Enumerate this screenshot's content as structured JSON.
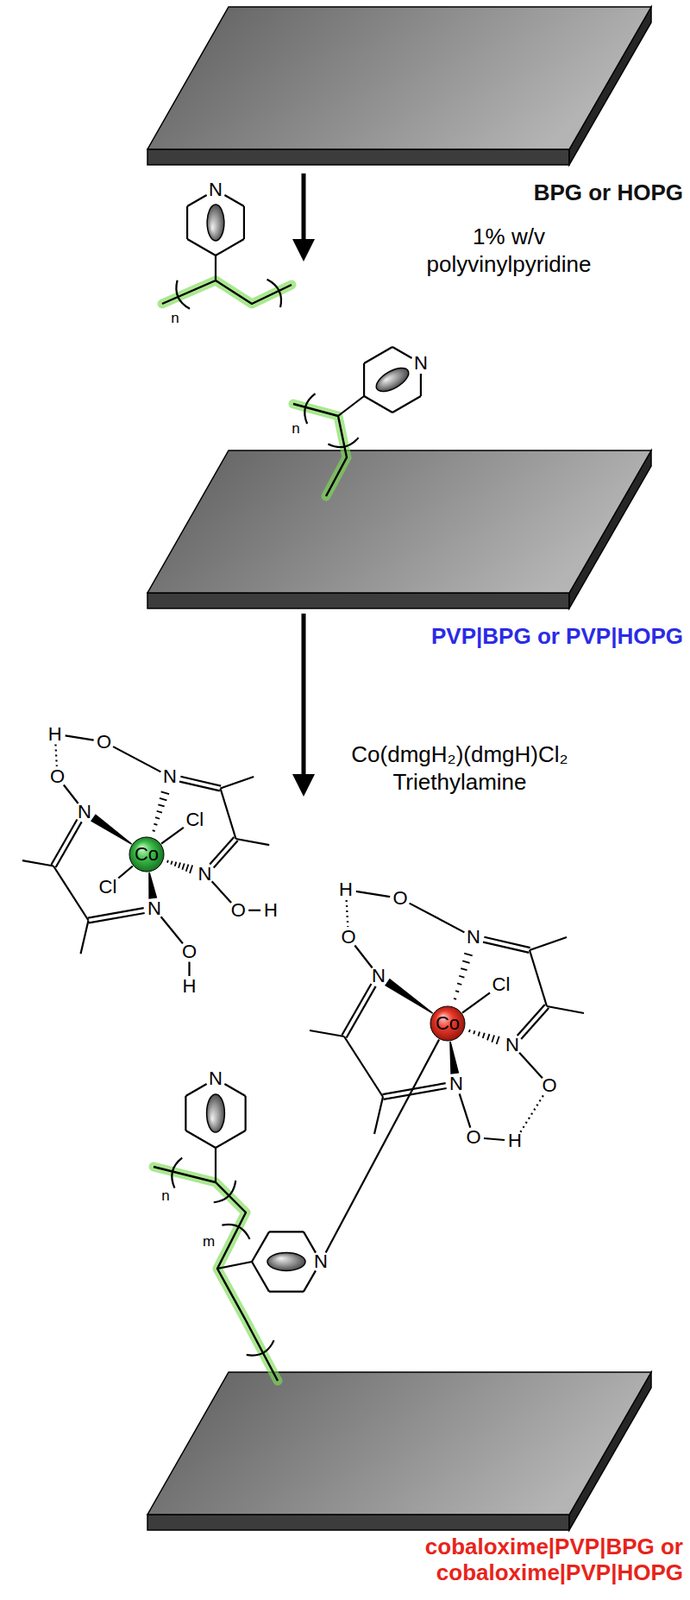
{
  "diagram": {
    "nodes": [
      {
        "text": [
          "BPG or HOPG"
        ]
      },
      {
        "text": [
          "PVP|BPG or PVP|HOPG"
        ]
      },
      {
        "text": [
          "cobaloxime|PVP|BPG or cobaloxime|PVP|HOPG"
        ]
      }
    ],
    "edges": [
      {
        "from": 0,
        "to": 1,
        "arrow": "to",
        "label": "1% w/v polyvinylpyridine"
      },
      {
        "from": 1,
        "to": 2,
        "arrow": "to",
        "label": "Co(dmgH₂)(dmgH)Cl₂ Triethylamine"
      }
    ],
    "labels": [
      "N",
      "n",
      "N",
      "n",
      "H",
      "O",
      "O",
      "N",
      "N",
      "Cl",
      "N",
      "Cl",
      "N",
      "O",
      "H",
      "O",
      "H",
      "Co",
      "n",
      "m",
      "N",
      "N",
      "H",
      "O",
      "O",
      "N",
      "N",
      "Cl",
      "N",
      "N",
      "O",
      "O",
      "H",
      "Co"
    ]
  }
}
